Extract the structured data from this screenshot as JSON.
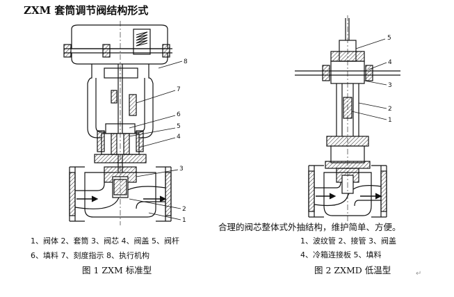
{
  "title": "ZXM 套筒调节阀结构形式",
  "figure1": {
    "caption": "图 1  ZXM 标准型",
    "legend_line1": "1、阀体 2、套筒 3、阀芯 4、阀盖 5、阀杆",
    "legend_line2": "6、填料 7、刻度指示 8、执行机构",
    "callouts": [
      "8",
      "7",
      "6",
      "5",
      "4",
      "3",
      "2",
      "1"
    ]
  },
  "figure2": {
    "caption": "图 2  ZXMD 低温型",
    "note": "合理的阀芯整体式外抽结构，维护简单、方便。",
    "legend_line1": "1、波纹管 2、接管 3、阀盖",
    "legend_line2": "4、冷箱连接板 5、填料",
    "callouts": [
      "5",
      "4",
      "3",
      "2",
      "1"
    ]
  },
  "return_mark": "↵"
}
